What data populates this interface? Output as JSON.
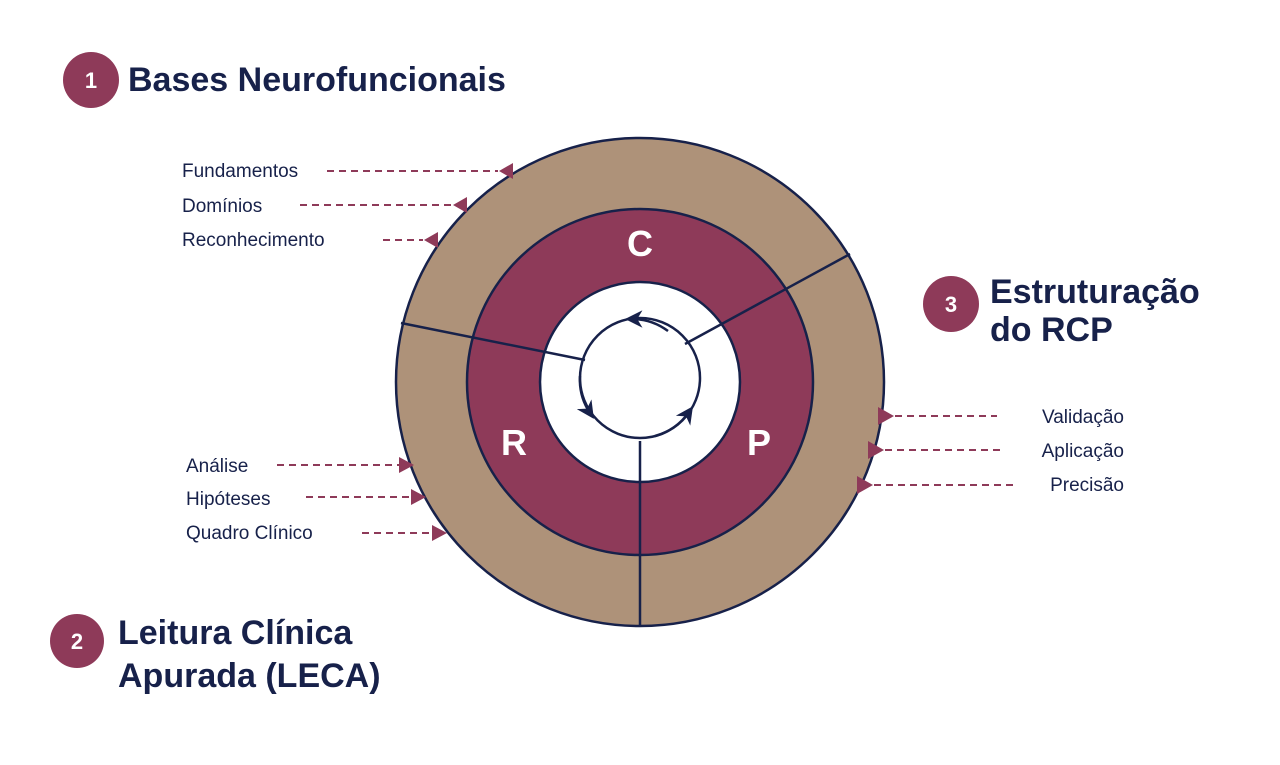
{
  "sections": [
    {
      "number": "1",
      "title_lines": [
        "Bases Neurofuncionais"
      ]
    },
    {
      "number": "2",
      "title_lines": [
        "Leitura Clínica",
        "Apurada (LECA)"
      ]
    },
    {
      "number": "3",
      "title_lines": [
        "Estruturação",
        "do RCP"
      ]
    }
  ],
  "ring_letters": {
    "c": "C",
    "r": "R",
    "p": "P"
  },
  "items": {
    "fundamentos": "Fundamentos",
    "dominios": "Domínios",
    "reconhecimento": "Reconhecimento",
    "analise": "Análise",
    "hipoteses": "Hipóteses",
    "quadro_clinico": "Quadro Clínico",
    "validacao": "Validação",
    "aplicacao": "Aplicação",
    "precisao": "Precisão"
  },
  "colors": {
    "outer_ring": "#ae9279",
    "middle_ring": "#8e3a59",
    "center": "#ffffff",
    "outline": "#17214a",
    "accent": "#8e3a59",
    "text": "#17214a"
  }
}
